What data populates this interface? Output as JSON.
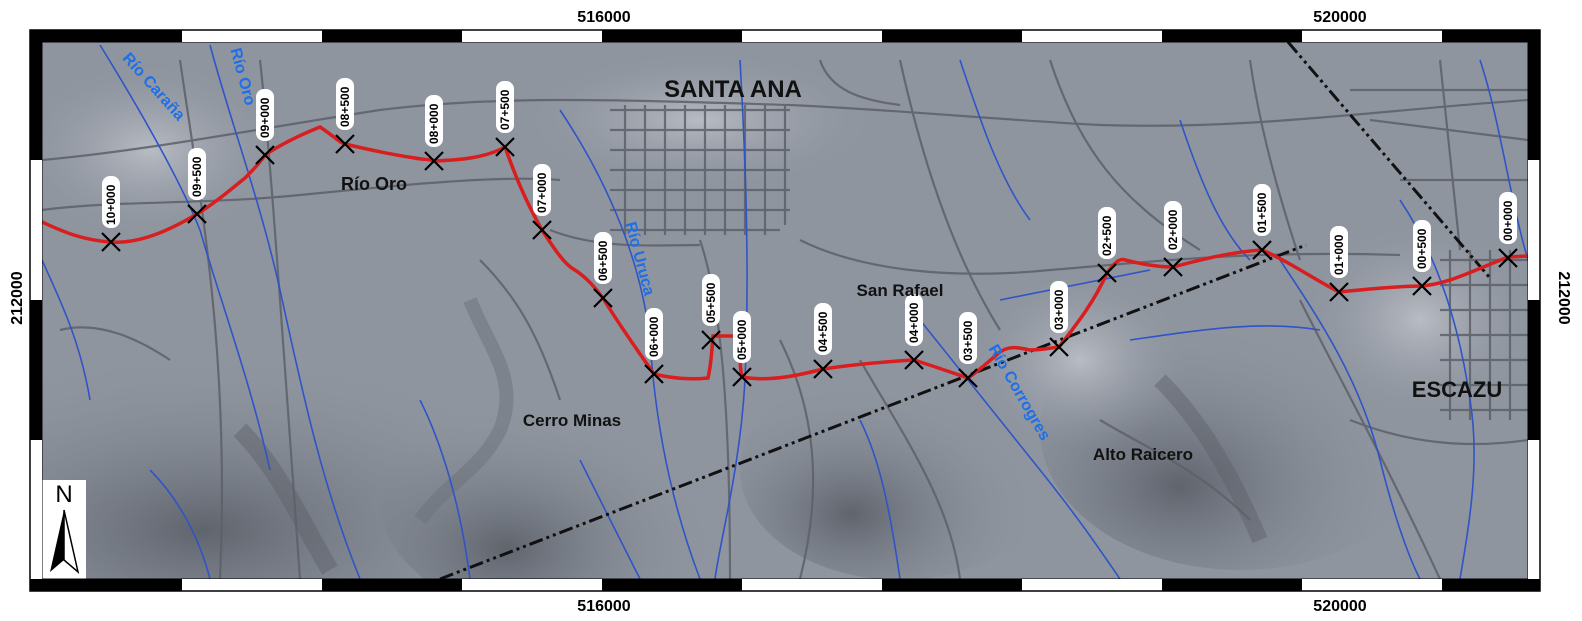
{
  "colors": {
    "terrain": "#8f959f",
    "terrain_dark": "#6c717b",
    "road": "#5d6068",
    "stream": "#2f54c8",
    "route": "#d81e1e",
    "boundary": "#111111",
    "frame_dark": "#000000",
    "frame_light": "#ffffff",
    "river_label": "#1f6fe6"
  },
  "coordinates": {
    "top_left": "516000",
    "top_right": "520000",
    "bottom_left": "516000",
    "bottom_right": "520000",
    "left_side": "212000",
    "right_side": "212000"
  },
  "places": [
    {
      "id": "santa-ana",
      "name": "SANTA ANA"
    },
    {
      "id": "escazu",
      "name": "ESCAZU"
    },
    {
      "id": "rio-oro-town",
      "name": "Río Oro"
    },
    {
      "id": "san-rafael",
      "name": "San Rafael"
    },
    {
      "id": "cerro-minas",
      "name": "Cerro Minas"
    },
    {
      "id": "alto-raicero",
      "name": "Alto Raicero"
    }
  ],
  "rivers": [
    {
      "id": "rio-carana",
      "name": "Río Caraña"
    },
    {
      "id": "rio-oro",
      "name": "Río Oro"
    },
    {
      "id": "rio-uruca",
      "name": "Río Uruca"
    },
    {
      "id": "rio-corrogres",
      "name": "Río Corrogres"
    }
  ],
  "stations": [
    {
      "label": "10+000"
    },
    {
      "label": "09+500"
    },
    {
      "label": "09+000"
    },
    {
      "label": "08+500"
    },
    {
      "label": "08+000"
    },
    {
      "label": "07+500"
    },
    {
      "label": "07+000"
    },
    {
      "label": "06+500"
    },
    {
      "label": "06+000"
    },
    {
      "label": "05+500"
    },
    {
      "label": "05+000"
    },
    {
      "label": "04+500"
    },
    {
      "label": "04+000"
    },
    {
      "label": "03+500"
    },
    {
      "label": "03+000"
    },
    {
      "label": "02+500"
    },
    {
      "label": "02+000"
    },
    {
      "label": "01+500"
    },
    {
      "label": "01+000"
    },
    {
      "label": "00+500"
    },
    {
      "label": "00+000"
    }
  ],
  "north_arrow": {
    "label": "N"
  }
}
